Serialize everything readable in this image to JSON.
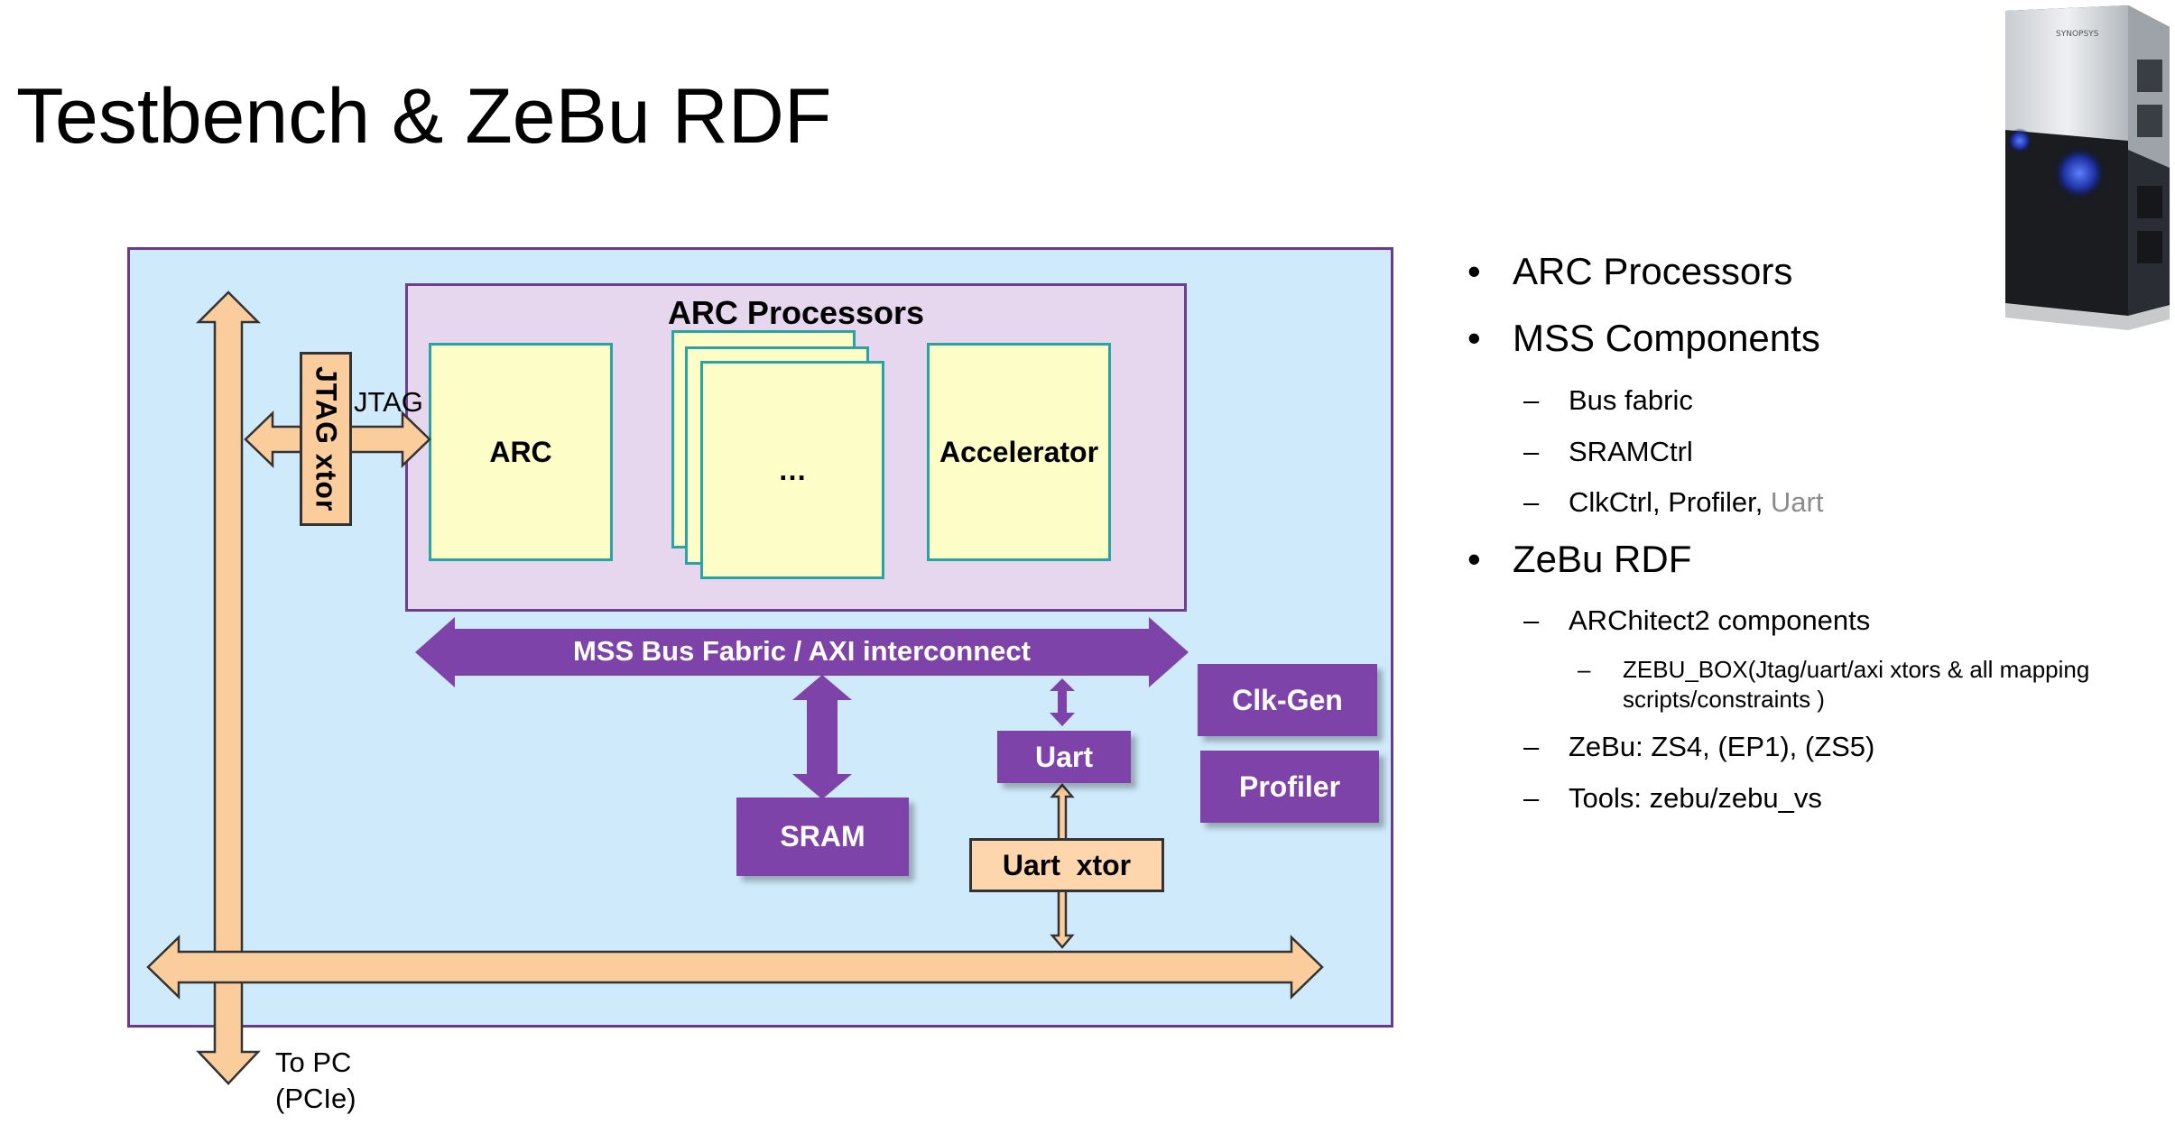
{
  "slide": {
    "title": "Testbench & ZeBu RDF"
  },
  "diagram": {
    "arc_group_title": "ARC Processors",
    "arc_label": "ARC",
    "ellipsis_label": "…",
    "accelerator_label": "Accelerator",
    "jtag_xtor_label": "JTAG xtor",
    "jtag_label": "JTAG",
    "bus_label": "MSS Bus Fabric / AXI interconnect",
    "sram_label": "SRAM",
    "uart_label": "Uart",
    "uart_xtor_label": "Uart  xtor",
    "clkgen_label": "Clk-Gen",
    "profiler_label": "Profiler",
    "to_pc_line1": "To PC",
    "to_pc_line2": "(PCIe)",
    "colors": {
      "frame_fill": "#cfeafb",
      "frame_border": "#6a3a8c",
      "arc_group_fill": "#e6d7ee",
      "card_fill": "#fdfdc7",
      "card_border": "#2aa3a3",
      "purple": "#7d43a8",
      "orange": "#fbcc9c"
    }
  },
  "bullets": {
    "arc_processors": "ARC Processors",
    "mss_components": "MSS Components",
    "bus_fabric": "Bus fabric",
    "sramctrl": "SRAMCtrl",
    "clkctrl_text": "ClkCtrl, Profiler, ",
    "uart_gray": "Uart",
    "zebu_rdf": "ZeBu RDF",
    "architect2": "ARChitect2 components",
    "zebu_box": "ZEBU_BOX(Jtag/uart/axi xtors & all mapping scripts/constraints )",
    "zebu_versions": "ZeBu: ZS4, (EP1), (ZS5)",
    "tools": "Tools: zebu/zebu_vs",
    "bullet_char": "•",
    "dash_char": "–"
  },
  "server_image": {
    "brand_text": "SYNOPSYS",
    "icon": "zebu-server-icon"
  }
}
